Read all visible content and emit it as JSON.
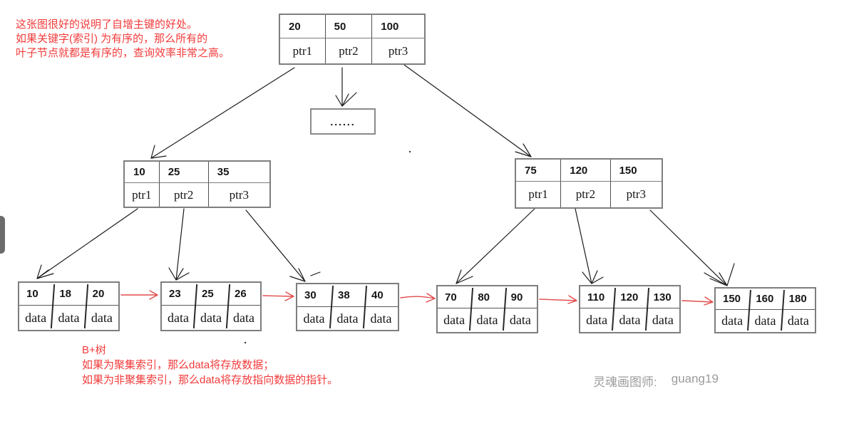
{
  "notes": {
    "top": [
      "这张图很好的说明了自增主键的好处。",
      "如果关键字(索引) 为有序的，那么所有的",
      "叶子节点就都是有序的，查询效率非常之高。"
    ],
    "bottom": [
      "B+树",
      "如果为聚集索引，那么data将存放数据；",
      "如果为非聚集索引，那么data将存放指向数据的指针。"
    ]
  },
  "signature": {
    "label": "灵魂画图师:",
    "name": "guang19"
  },
  "tree": {
    "root": {
      "keys": [
        "20",
        "50",
        "100"
      ],
      "pointers": [
        "ptr1",
        "ptr2",
        "ptr3"
      ]
    },
    "ellipsis": "......",
    "internal_left": {
      "keys": [
        "10",
        "25",
        "35"
      ],
      "pointers": [
        "ptr1",
        "ptr2",
        "ptr3"
      ]
    },
    "internal_right": {
      "keys": [
        "75",
        "120",
        "150"
      ],
      "pointers": [
        "ptr1",
        "ptr2",
        "ptr3"
      ]
    },
    "leaves": [
      {
        "keys": [
          "10",
          "18",
          "20"
        ],
        "values": [
          "data",
          "data",
          "data"
        ]
      },
      {
        "keys": [
          "23",
          "25",
          "26"
        ],
        "values": [
          "data",
          "data",
          "data"
        ]
      },
      {
        "keys": [
          "30",
          "38",
          "40"
        ],
        "values": [
          "data",
          "data",
          "data"
        ]
      },
      {
        "keys": [
          "70",
          "80",
          "90"
        ],
        "values": [
          "data",
          "data",
          "data"
        ]
      },
      {
        "keys": [
          "110",
          "120",
          "130"
        ],
        "values": [
          "data",
          "data",
          "data"
        ]
      },
      {
        "keys": [
          "150",
          "160",
          "180"
        ],
        "values": [
          "data",
          "data",
          "data"
        ]
      }
    ]
  },
  "colors": {
    "note_red": "#f23b3b",
    "link_arrow_red": "#e24b4b",
    "tree_line": "#1c1c1c",
    "box_border": "#7e7e7e",
    "signature_gray": "#9b9b9b"
  }
}
